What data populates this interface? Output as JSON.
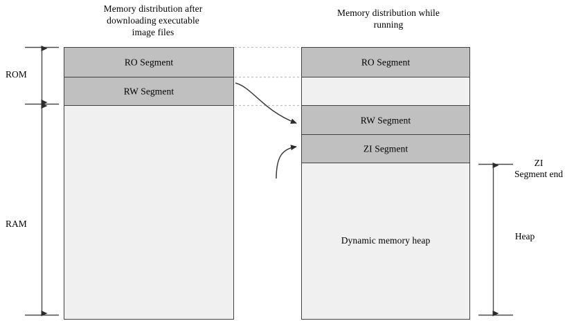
{
  "diagram": {
    "titles": {
      "left": "Memory distribution after\ndownloading executable\nimage files",
      "right": "Memory distribution while\nrunning"
    },
    "left_panel": {
      "name": "download-time-memory-map",
      "segments": [
        {
          "id": "ro",
          "label": "RO Segment",
          "fill": "#c0c0c0"
        },
        {
          "id": "rw",
          "label": "RW Segment",
          "fill": "#c0c0c0"
        },
        {
          "id": "free",
          "label": "",
          "fill": "#f0f0f0"
        }
      ]
    },
    "right_panel": {
      "name": "runtime-memory-map",
      "segments": [
        {
          "id": "ro",
          "label": "RO Segment",
          "fill": "#c0c0c0"
        },
        {
          "id": "gap",
          "label": "",
          "fill": "#f0f0f0"
        },
        {
          "id": "rw",
          "label": "RW Segment",
          "fill": "#c0c0c0"
        },
        {
          "id": "zi",
          "label": "ZI Segment",
          "fill": "#c0c0c0"
        },
        {
          "id": "heap",
          "label": "Dynamic memory heap",
          "fill": "#f0f0f0"
        }
      ]
    },
    "left_axis_labels": {
      "rom": "ROM",
      "ram": "RAM"
    },
    "right_axis_labels": {
      "zi_segment_end": "ZI\nSegment end",
      "heap": "Heap"
    },
    "colors": {
      "segment_fill": "#c0c0c0",
      "free_fill": "#f0f0f0",
      "border": "#404040",
      "connector": "#bfbfbf",
      "arrow": "#3a3a3a"
    }
  }
}
